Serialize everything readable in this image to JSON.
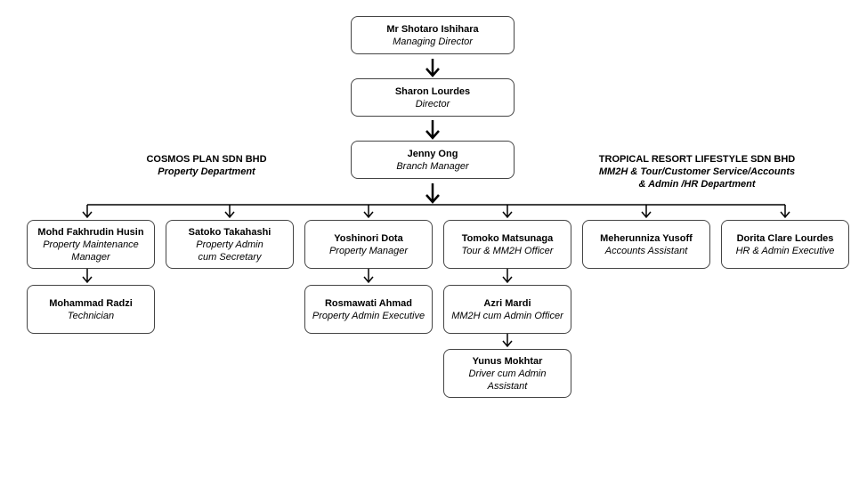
{
  "companies": {
    "left": {
      "name": "COSMOS PLAN SDN BHD",
      "dept": "Property Department"
    },
    "right": {
      "name": "TROPICAL RESORT LIFESTYLE SDN BHD",
      "dept_line1": "MM2H & Tour/Customer Service/Accounts",
      "dept_line2": "& Admin /HR Department"
    }
  },
  "nodes": {
    "md": {
      "name": "Mr Shotaro Ishihara",
      "role": "Managing Director"
    },
    "director": {
      "name": "Sharon Lourdes",
      "role": "Director"
    },
    "branch": {
      "name": "Jenny Ong",
      "role": "Branch Manager"
    },
    "mohd": {
      "name": "Mohd Fakhrudin Husin",
      "role_line1": "Property Maintenance",
      "role_line2": "Manager"
    },
    "satoko": {
      "name": "Satoko Takahashi",
      "role_line1": "Property Admin",
      "role_line2": "cum Secretary"
    },
    "yoshinori": {
      "name": "Yoshinori Dota",
      "role": "Property Manager"
    },
    "tomoko": {
      "name": "Tomoko Matsunaga",
      "role": "Tour & MM2H Officer"
    },
    "meherunniza": {
      "name": "Meherunniza Yusoff",
      "role": "Accounts Assistant"
    },
    "dorita": {
      "name": "Dorita Clare Lourdes",
      "role": "HR & Admin Executive"
    },
    "radzi": {
      "name": "Mohammad Radzi",
      "role": "Technician"
    },
    "rosmawati": {
      "name": "Rosmawati Ahmad",
      "role": "Property Admin Executive"
    },
    "azri": {
      "name": "Azri Mardi",
      "role": "MM2H cum Admin Officer"
    },
    "yunus": {
      "name": "Yunus Mokhtar",
      "role": "Driver cum Admin Assistant"
    }
  }
}
